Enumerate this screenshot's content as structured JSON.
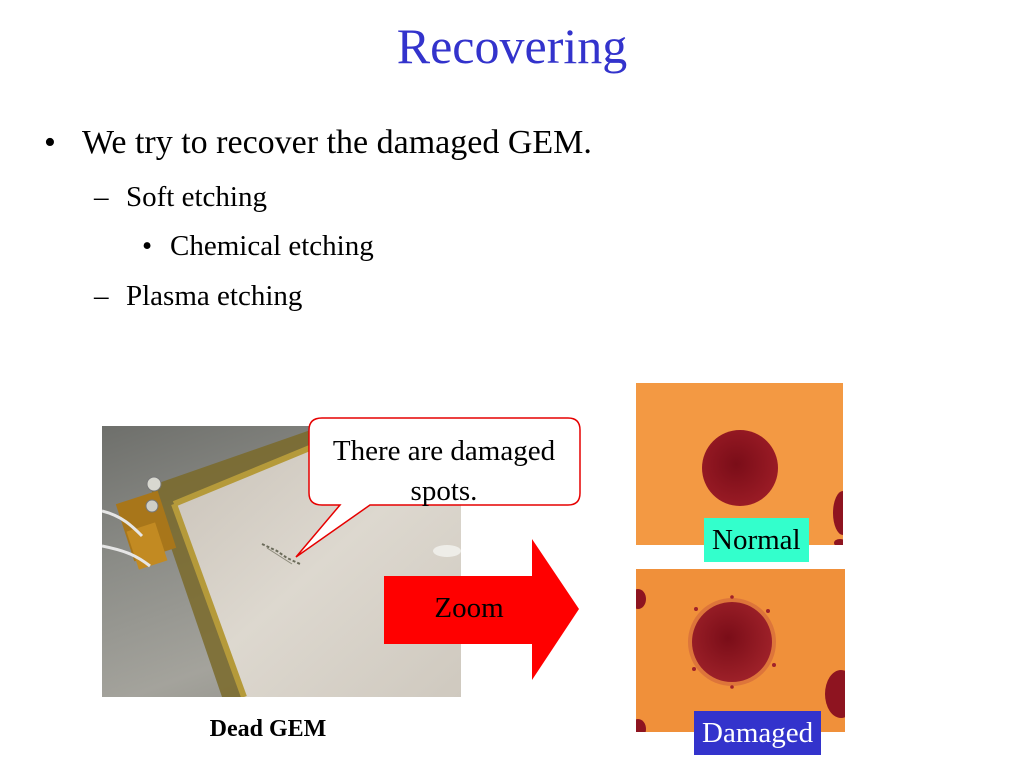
{
  "slide": {
    "title": "Recovering",
    "bullets": {
      "level1_marker": "•",
      "level1_text": "We try to recover the damaged GEM.",
      "soft_marker": "–",
      "soft_text": "Soft etching",
      "chemical_marker": "•",
      "chemical_text": "Chemical etching",
      "plasma_marker": "–",
      "plasma_text": "Plasma etching"
    },
    "callout_text": "There are damaged spots.",
    "zoom_label": "Zoom",
    "caption_dead_gem": "Dead GEM",
    "label_normal": "Normal",
    "label_damaged": "Damaged"
  },
  "colors": {
    "title": "#3333cc",
    "arrow": "#ff0000",
    "callout_border": "#ff0000",
    "normal_badge": "#33ffcc",
    "damaged_badge": "#3333cc",
    "foil_orange": "#f0903a",
    "hole_dark_red": "#8e1420"
  }
}
